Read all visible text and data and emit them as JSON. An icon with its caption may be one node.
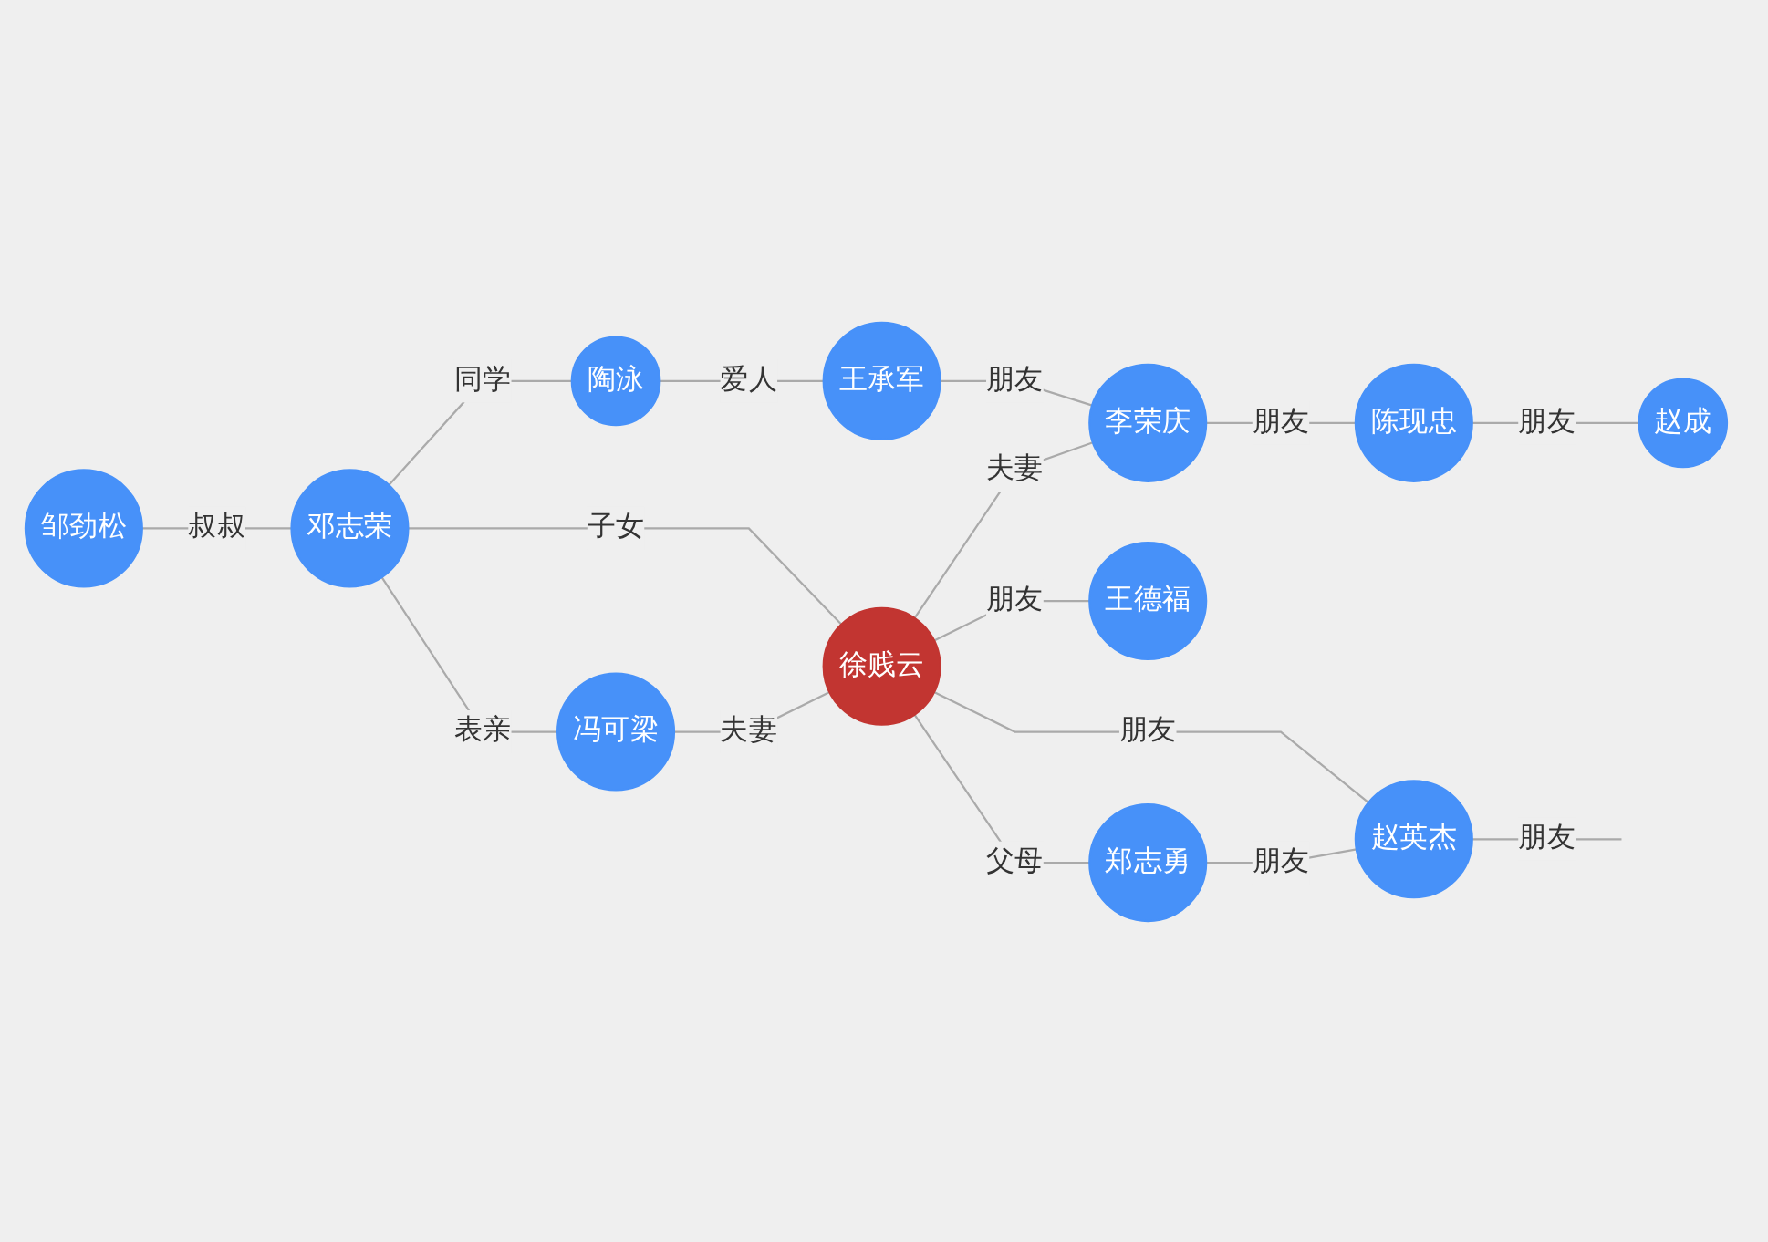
{
  "diagram": {
    "nodes": [
      {
        "text": [
          "陶泳"
        ]
      },
      {
        "text": [
          "王承军"
        ]
      },
      {
        "text": [
          "邹劲松"
        ]
      },
      {
        "text": [
          "邓志荣"
        ]
      },
      {
        "text": [
          "李荣庆"
        ]
      },
      {
        "text": [
          "陈现忠"
        ]
      },
      {
        "text": [
          "赵成"
        ]
      },
      {
        "text": [
          "冯可梁"
        ]
      },
      {
        "text": [
          "徐贱云"
        ]
      },
      {
        "text": [
          "王德福"
        ]
      },
      {
        "text": [
          "郑志勇"
        ]
      },
      {
        "text": [
          "赵英杰"
        ]
      }
    ],
    "edges": [
      {
        "from": 0,
        "to": 1,
        "arrow": "none",
        "label": "爱人"
      },
      {
        "from": 1,
        "to": 4,
        "arrow": "none",
        "label": "朋友"
      },
      {
        "from": 3,
        "to": 0,
        "arrow": "none",
        "label": "同学"
      },
      {
        "from": 2,
        "to": 3,
        "arrow": "none",
        "label": "叔叔"
      },
      {
        "from": 3,
        "to": 7,
        "arrow": "none",
        "label": "表亲"
      },
      {
        "from": 3,
        "to": 8,
        "arrow": "none",
        "label": "子女"
      },
      {
        "from": 7,
        "to": 8,
        "arrow": "none",
        "label": "夫妻"
      },
      {
        "from": 8,
        "to": 4,
        "arrow": "none",
        "label": "夫妻"
      },
      {
        "from": 4,
        "to": 5,
        "arrow": "none",
        "label": "朋友"
      },
      {
        "from": 5,
        "to": 6,
        "arrow": "none",
        "label": "朋友"
      },
      {
        "from": 8,
        "to": 9,
        "arrow": "none",
        "label": "朋友"
      },
      {
        "from": 8,
        "to": 10,
        "arrow": "none",
        "label": "父母"
      },
      {
        "from": 8,
        "to": 11,
        "arrow": "none",
        "label": "朋友"
      },
      {
        "from": 10,
        "to": 11,
        "arrow": "none",
        "label": "朋友"
      },
      {
        "from": 11,
        "to": null,
        "arrow": "none",
        "label": "朋友"
      }
    ]
  }
}
